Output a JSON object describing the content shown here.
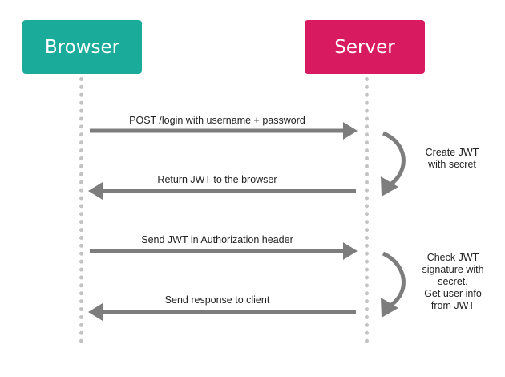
{
  "participants": {
    "browser": {
      "label": "Browser",
      "color": "#1aab9b"
    },
    "server": {
      "label": "Server",
      "color": "#d81b60"
    }
  },
  "messages": [
    {
      "label": "POST /login with username + password",
      "from": "browser",
      "to": "server"
    },
    {
      "label": "Return JWT to the browser",
      "from": "server",
      "to": "browser"
    },
    {
      "label": "Send JWT in Authorization header",
      "from": "browser",
      "to": "server"
    },
    {
      "label": "Send response to client",
      "from": "server",
      "to": "browser"
    }
  ],
  "notes": [
    {
      "lines": [
        "Create JWT",
        "with secret"
      ]
    },
    {
      "lines": [
        "Check JWT",
        "signature with",
        "secret.",
        "Get user info",
        "from JWT"
      ]
    }
  ],
  "colors": {
    "arrow": "#7d7d7d",
    "lifeline": "#c3c3c3"
  }
}
